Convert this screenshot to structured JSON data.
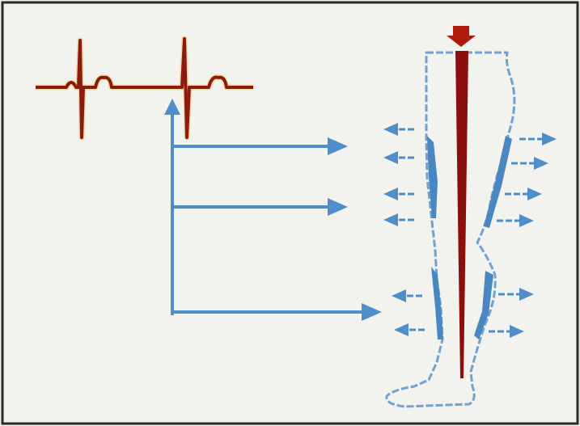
{
  "diagram": {
    "colors": {
      "background": "#f2f2ee",
      "frame": "#2a2a2a",
      "ecg": "#8b1a10",
      "ecg_highlight": "#f0d080",
      "blood_flow": "#8b0f0a",
      "arrows": "#4f8ec8",
      "leg_outline": "#6ea3d4",
      "muscle_wedges": "#4a86c0"
    },
    "icons": {
      "ecg_trace": "ecg-waveform",
      "leg": "leg-outline",
      "flow": "down-arrow"
    }
  }
}
